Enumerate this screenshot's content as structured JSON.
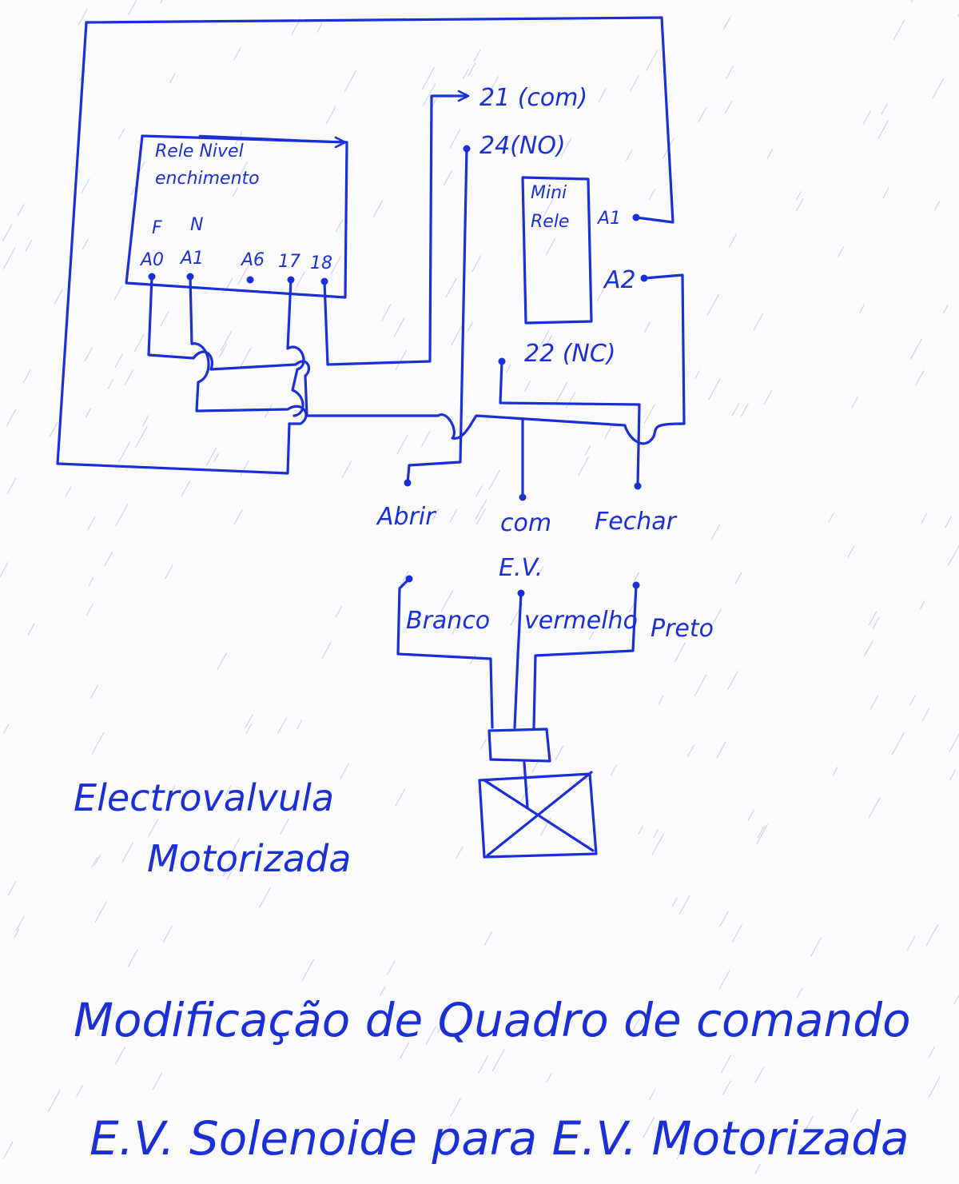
{
  "relay_nivel": {
    "title_line1": "Rele Nivel",
    "title_line2": "enchimento",
    "phase_label": "F",
    "neutral_label": "N",
    "terminals": [
      "A0",
      "A1",
      "A6",
      "17",
      "18"
    ]
  },
  "mini_rele": {
    "title_line1": "Mini",
    "title_line2": "Rele",
    "a1": "A1",
    "a2": "A2"
  },
  "contacts": {
    "c21": "21 (com)",
    "c24": "24(NO)",
    "c22": "22 (NC)"
  },
  "outputs": {
    "abrir": "Abrir",
    "com": "com",
    "fechar": "Fechar"
  },
  "ev": {
    "label": "E.V.",
    "wire_branco": "Branco",
    "wire_vermelho": "vermelho",
    "wire_preto": "Preto"
  },
  "side_note": {
    "line1": "Electrovalvula",
    "line2": "Motorizada"
  },
  "footer": {
    "line1": "Modificação de Quadro de comando",
    "line2": "E.V. Solenoide para E.V. Motorizada"
  },
  "colors": {
    "ink": "#1a2fd6",
    "paper": "#fbfbfd"
  }
}
